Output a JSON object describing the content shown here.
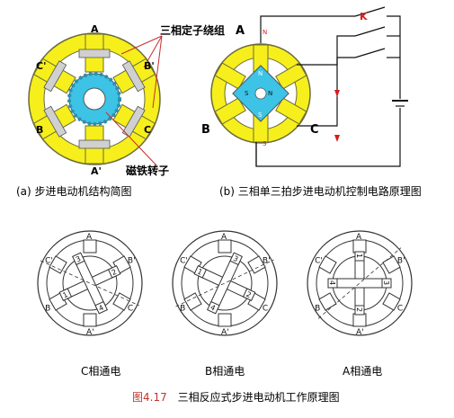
{
  "top_left": {
    "callout_winding": "三相定子绕组",
    "callout_rotor": "磁铁转子",
    "poles": {
      "a": "A",
      "b": "B",
      "c": "C",
      "a2": "A'",
      "b2": "B'",
      "c2": "C'"
    },
    "caption": "(a) 步进电动机结构简图",
    "colors": {
      "stator": "#f6ef1c",
      "rotor": "#3cc3e6",
      "callout_line": "#cc2a2a"
    }
  },
  "top_right": {
    "switch_label": "K",
    "poles": {
      "a": "A",
      "b": "B",
      "c": "C"
    },
    "rotor_marks": {
      "n1": "N",
      "n2": "N",
      "s1": "S",
      "s2": "S",
      "n_inner": "N",
      "s_inner": "S"
    },
    "caption": "(b) 三相单三拍步进电动机控制电路原理图",
    "colors": {
      "stator": "#f6ef1c",
      "rotor": "#3cc3e6",
      "wire": "#111111",
      "current": "#d81b1b"
    }
  },
  "bottom": {
    "motors": [
      {
        "label": "C相通电",
        "poles": [
          "A",
          "B'",
          "C",
          "A'",
          "B",
          "C'"
        ],
        "rotor_teeth": [
          "1",
          "2",
          "3",
          "4"
        ]
      },
      {
        "label": "B相通电",
        "poles": [
          "A",
          "B'",
          "C",
          "A'",
          "B",
          "C'"
        ],
        "rotor_teeth": [
          "1",
          "2",
          "3",
          "4"
        ]
      },
      {
        "label": "A相通电",
        "poles": [
          "A",
          "B'",
          "C",
          "A'",
          "B",
          "C'"
        ],
        "rotor_teeth": [
          "1",
          "2",
          "3",
          "4"
        ]
      }
    ]
  },
  "figure_caption": {
    "number": "图4.17",
    "title": "三相反应式步进电动机工作原理图",
    "color": "#c0392b"
  }
}
